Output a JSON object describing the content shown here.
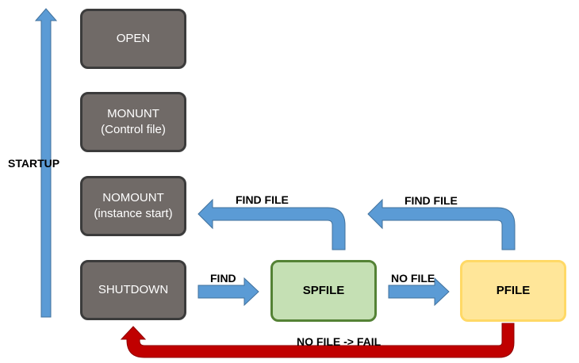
{
  "diagram": {
    "startup_label": "STARTUP",
    "states": {
      "open": {
        "line1": "OPEN",
        "line2": ""
      },
      "mount": {
        "line1": "MONUNT",
        "line2": "(Control file)"
      },
      "nomount": {
        "line1": "NOMOUNT",
        "line2": "(instance start)"
      },
      "shutdown": {
        "line1": "SHUTDOWN",
        "line2": ""
      },
      "spfile": {
        "line1": "SPFILE",
        "line2": ""
      },
      "pfile": {
        "line1": "PFILE",
        "line2": ""
      }
    },
    "edges": {
      "find": "FIND",
      "no_file": "NO FILE",
      "find_file_from_spfile": "FIND FILE",
      "find_file_from_pfile": "FIND FILE",
      "fail": "NO FILE -> FAIL"
    },
    "colors": {
      "blue_arrow": "#5b9bd5",
      "blue_arrow_border": "#41719c",
      "red_arrow": "#c00000",
      "grey_box": "#706a67",
      "spfile_fill": "#c5e0b4",
      "spfile_border": "#548235",
      "pfile_fill": "#ffe699",
      "pfile_border": "#ffd966"
    }
  }
}
